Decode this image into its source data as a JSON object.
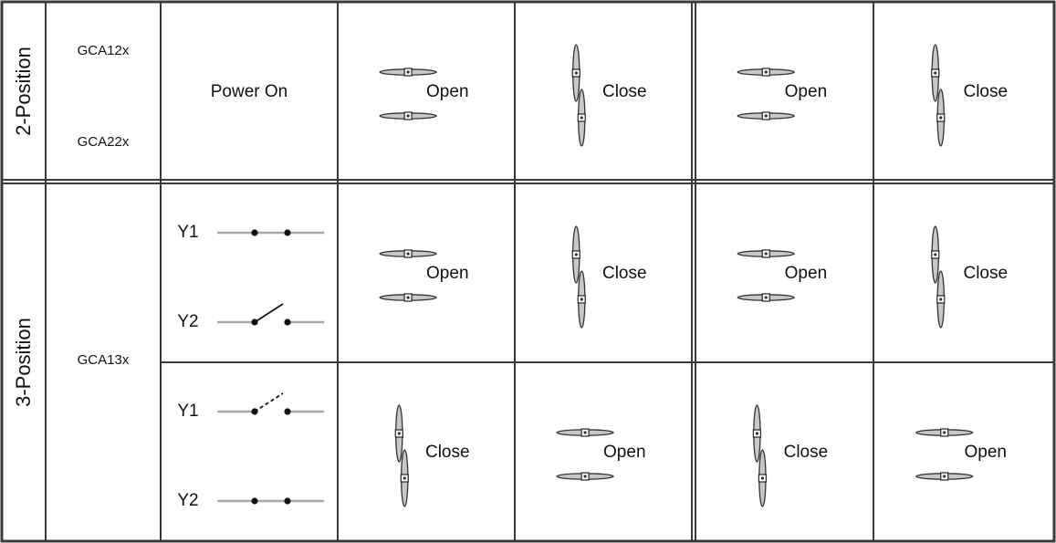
{
  "rows": {
    "two_position": {
      "category": "2-Position",
      "models": [
        "GCA12x",
        "GCA22x"
      ],
      "condition": "Power On",
      "states": [
        "Open",
        "Close",
        "Open",
        "Close"
      ]
    },
    "three_position": {
      "category": "3-Position",
      "model": "GCA13x",
      "sub_rows": [
        {
          "signals": [
            {
              "label": "Y1",
              "switch": "closed"
            },
            {
              "label": "Y2",
              "switch": "open"
            }
          ],
          "states": [
            "Open",
            "Close",
            "Open",
            "Close"
          ]
        },
        {
          "signals": [
            {
              "label": "Y1",
              "switch": "open-dashed"
            },
            {
              "label": "Y2",
              "switch": "closed"
            }
          ],
          "states": [
            "Close",
            "Open",
            "Close",
            "Open"
          ]
        }
      ]
    }
  },
  "colors": {
    "border": "#3a3a3a",
    "wire": "#aaaaaa",
    "blade_fill": "#c8c8c8",
    "blade_stroke": "#333333"
  },
  "icons": {
    "open_state": "damper-blades-horizontal-icon",
    "closed_state": "damper-blades-vertical-icon"
  }
}
